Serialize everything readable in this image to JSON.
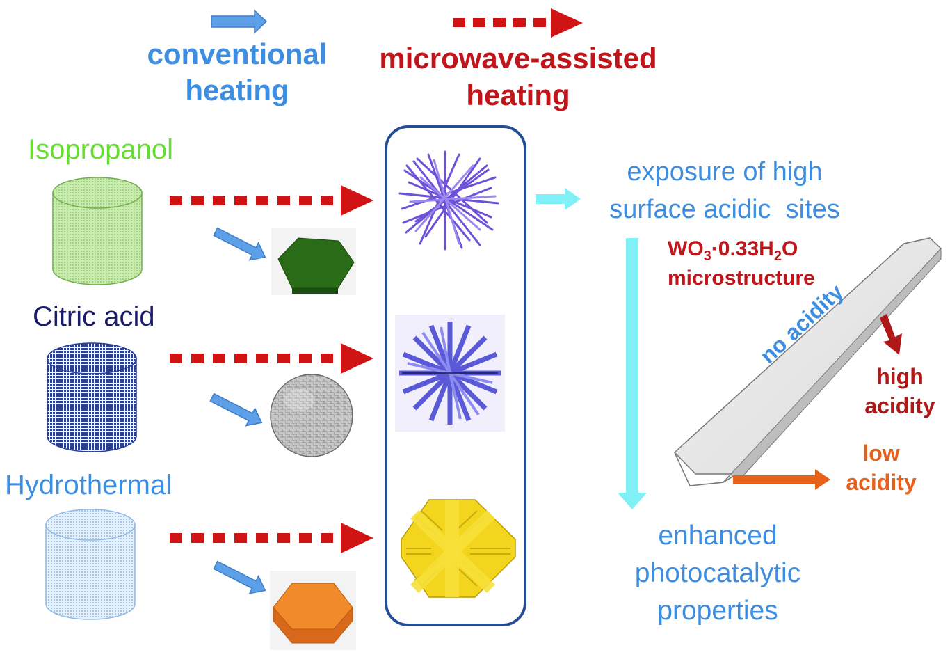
{
  "legend": {
    "conventional": "conventional\nheating",
    "microwave": "microwave-assisted\nheating"
  },
  "precursors": [
    {
      "label": "Isopropanol",
      "color": "#66dd33"
    },
    {
      "label": "Citric acid",
      "color": "#1b1b6b"
    },
    {
      "label": "Hydrothermal",
      "color": "#3d8ee0"
    }
  ],
  "right": {
    "exposure": "exposure of high\nsurface acidic  sites",
    "enhanced": "enhanced\nphotocatalytic\nproperties",
    "micro_formula_a": "WO",
    "micro_formula_sub1": "3",
    "micro_formula_b": "·0.33H",
    "micro_formula_sub2": "2",
    "micro_formula_c": "O",
    "micro_word": "microstructure",
    "no_acidity": "no acidity",
    "high_acidity": "high\nacidity",
    "low_acidity": "low\nacidity"
  },
  "colors": {
    "blue_text": "#3d8ee0",
    "red_text": "#c0161b",
    "orange_text": "#e8611a",
    "cyan_arrow": "#7ff0f5",
    "blue_arrow": "#5ea0e8",
    "red_arrow": "#d01414"
  }
}
